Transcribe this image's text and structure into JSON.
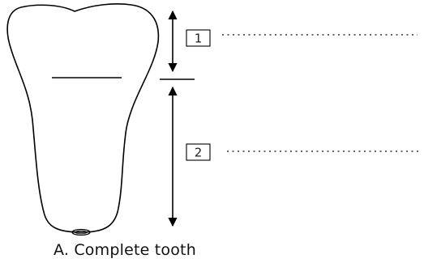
{
  "diagram": {
    "caption": "A. Complete tooth",
    "labels": [
      {
        "number": "1"
      },
      {
        "number": "2"
      }
    ]
  }
}
